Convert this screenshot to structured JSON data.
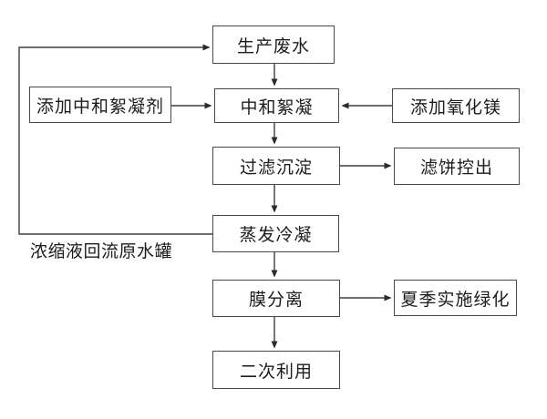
{
  "diagram": {
    "type": "flowchart",
    "language": "zh-CN",
    "colors": {
      "box_border": "#4a4a4a",
      "arrow_line": "#3f3f3f",
      "text": "#1c1c1c",
      "background": "#ffffff"
    },
    "nodes": [
      {
        "id": "production-wastewater",
        "label": "生产废水"
      },
      {
        "id": "add-neutralizing-flocculant",
        "label": "添加中和絮凝剂"
      },
      {
        "id": "neutralization-flocculation",
        "label": "中和絮凝"
      },
      {
        "id": "add-magnesium-oxide",
        "label": "添加氧化镁"
      },
      {
        "id": "filtration-sedimentation",
        "label": "过滤沉淀"
      },
      {
        "id": "filter-cake-discharge",
        "label": "滤饼控出"
      },
      {
        "id": "evaporation-condensation",
        "label": "蒸发冷凝"
      },
      {
        "id": "membrane-separation",
        "label": "膜分离"
      },
      {
        "id": "summer-greening",
        "label": "夏季实施绿化"
      },
      {
        "id": "secondary-use",
        "label": "二次利用"
      }
    ],
    "edges": [
      {
        "from": "production-wastewater",
        "to": "neutralization-flocculation"
      },
      {
        "from": "add-neutralizing-flocculant",
        "to": "neutralization-flocculation"
      },
      {
        "from": "add-magnesium-oxide",
        "to": "neutralization-flocculation"
      },
      {
        "from": "neutralization-flocculation",
        "to": "filtration-sedimentation"
      },
      {
        "from": "filtration-sedimentation",
        "to": "filter-cake-discharge"
      },
      {
        "from": "filtration-sedimentation",
        "to": "evaporation-condensation"
      },
      {
        "from": "evaporation-condensation",
        "to": "membrane-separation"
      },
      {
        "from": "evaporation-condensation",
        "to": "production-wastewater",
        "label": "浓缩液回流原水罐"
      },
      {
        "from": "membrane-separation",
        "to": "summer-greening"
      },
      {
        "from": "membrane-separation",
        "to": "secondary-use"
      }
    ],
    "feedback_annotation": {
      "label": "浓缩液回流原水罐"
    }
  }
}
